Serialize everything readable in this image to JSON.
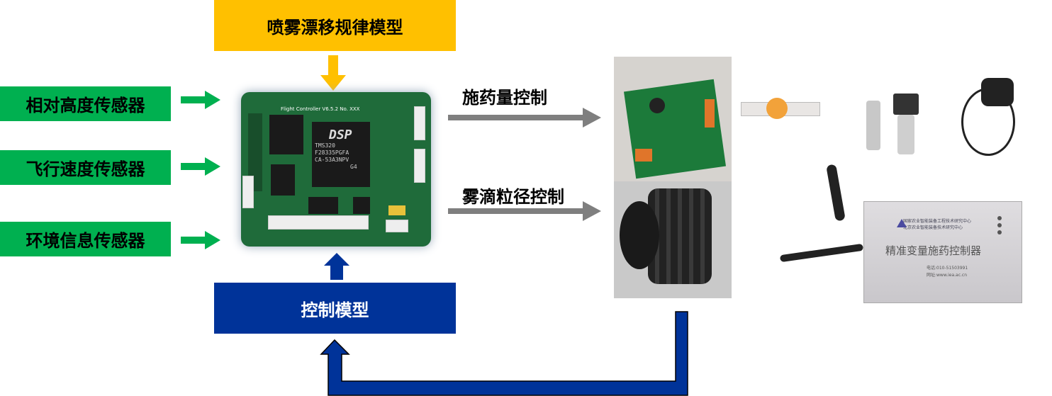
{
  "top_model": {
    "label": "喷雾漂移规律模型",
    "color": "#FFC000"
  },
  "sensors": [
    {
      "label": "相对高度传感器"
    },
    {
      "label": "飞行速度传感器"
    },
    {
      "label": "环境信息传感器"
    }
  ],
  "sensor_color": "#00B050",
  "control_model": {
    "label": "控制模型",
    "color": "#003399"
  },
  "outputs": [
    {
      "label": "施药量控制"
    },
    {
      "label": "雾滴粒径控制"
    }
  ],
  "board": {
    "header": "Flight Controller V6.5.2 No. XXX",
    "dsp_logo": "DSP",
    "dsp_lines": [
      "TMS320",
      "F28335PGFA",
      "CA-53A3NPV",
      "G4"
    ]
  },
  "controller_device": {
    "org_lines": [
      "国家农业智能装备工程技术研究中心",
      "北京农业智能装备技术研究中心"
    ],
    "title": "精准变量施药控制器",
    "phone": "电话:010-51503991",
    "website": "网址:www.iea.ac.cn"
  }
}
